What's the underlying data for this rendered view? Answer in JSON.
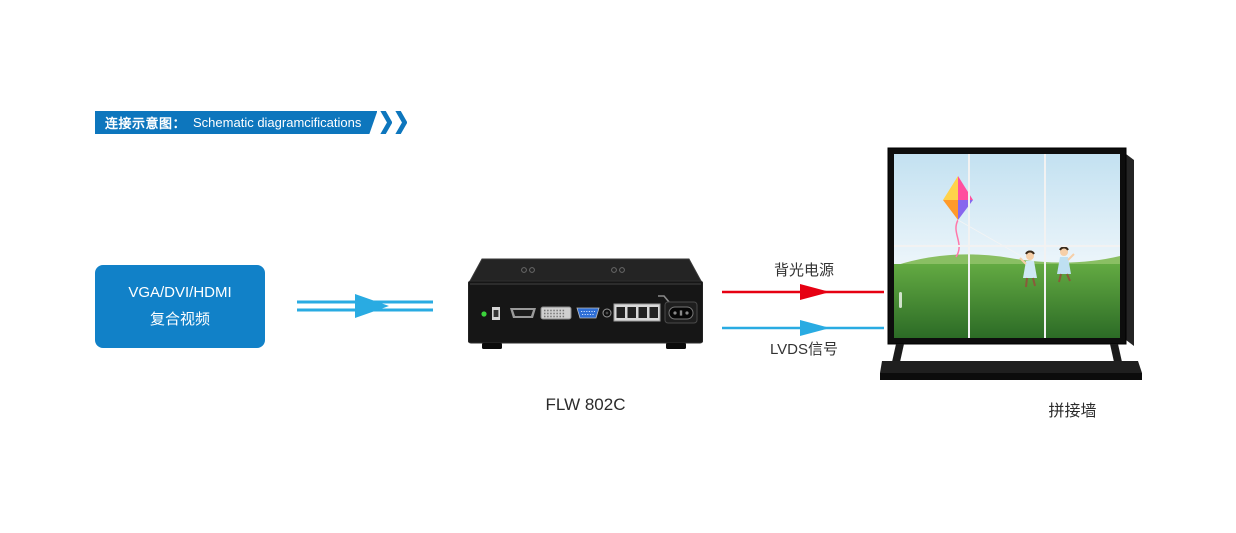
{
  "banner": {
    "title_cn": "连接示意图：",
    "title_en": "Schematic diagramcifications"
  },
  "source_box": {
    "line1": "VGA/DVI/HDMI",
    "line2": "复合视频"
  },
  "device": {
    "label": "FLW 802C"
  },
  "links": {
    "input_color": "#29abe2",
    "backlight": {
      "label": "背光电源",
      "color": "#e60012"
    },
    "lvds": {
      "label": "LVDS信号",
      "color": "#29abe2"
    }
  },
  "wall": {
    "label": "拼接墙",
    "rows": 2,
    "cols": 3
  },
  "colors": {
    "banner_blue": "#0d76bd",
    "box_blue": "#1181c8"
  }
}
